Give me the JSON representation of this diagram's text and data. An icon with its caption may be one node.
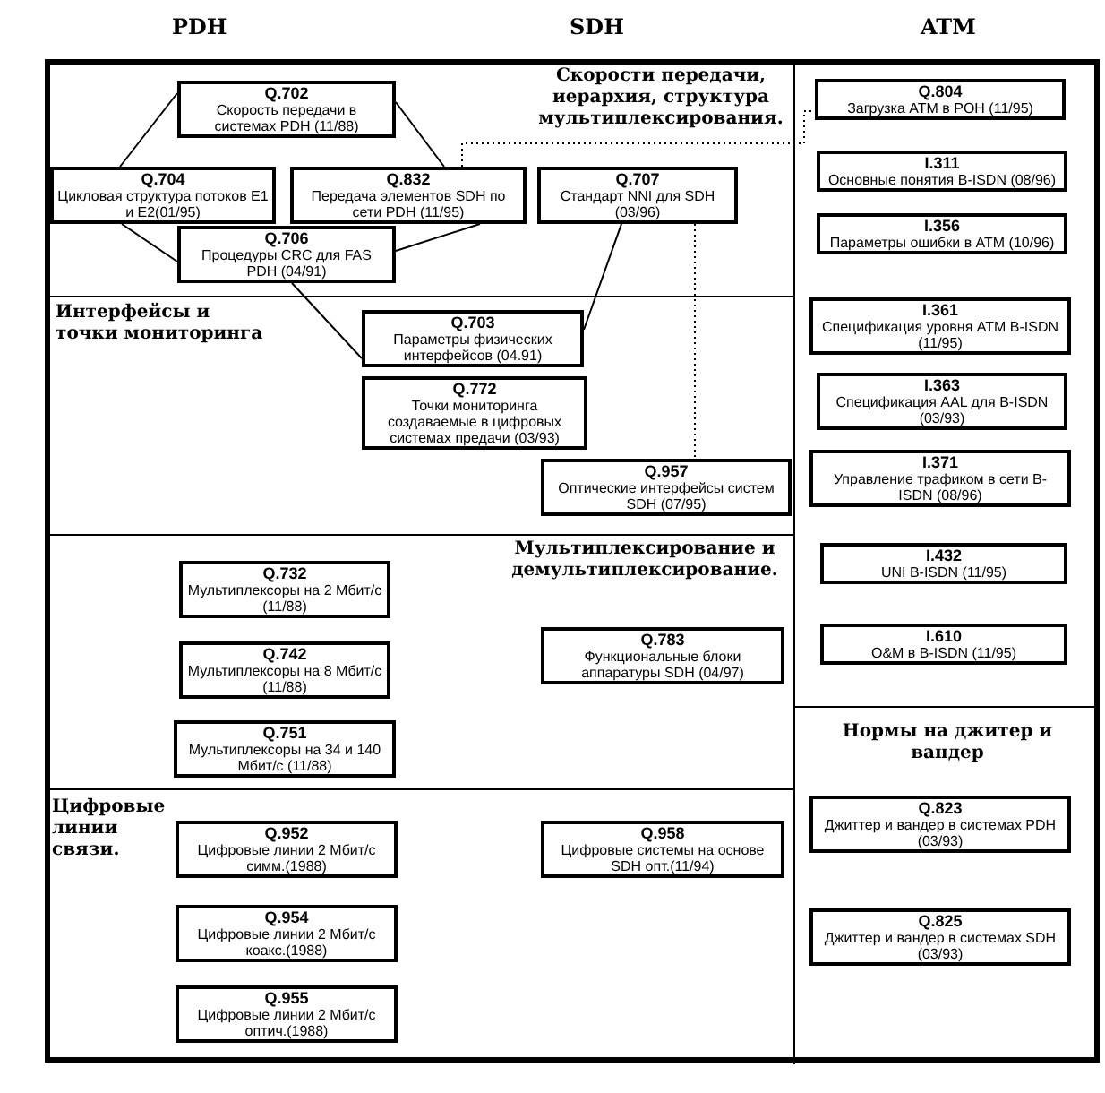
{
  "diagram": {
    "nodes": [
      {
        "text": [
          "Скорости передачи, иерархия, структура мультиплексирования."
        ]
      },
      {
        "text": [
          "Q.702",
          "Скорость передачи в системах PDH (11/88)"
        ],
        "in": 0
      },
      {
        "text": [
          "Q.704",
          "Цикловая структура потоков E1 и E2(01/95)"
        ],
        "in": 0
      },
      {
        "text": [
          "Q.832",
          "Передача элементов SDH по сети PDH (11/95)"
        ],
        "in": 0
      },
      {
        "text": [
          "Q.707",
          "Стандарт NNI для SDH (03/96)"
        ],
        "in": 0
      },
      {
        "text": [
          "Q.706",
          "Процедуры CRC для FAS PDH (04/91)"
        ],
        "in": 0
      },
      {
        "text": [
          "Интерфейсы и точки мониторинга"
        ]
      },
      {
        "text": [
          "Q.703",
          "Параметры физических интерфейсов (04.91)"
        ],
        "in": 6
      },
      {
        "text": [
          "Q.772",
          "Точки мониторинга создаваемые в цифровых системах предачи (03/93)"
        ],
        "in": 6
      },
      {
        "text": [
          "Q.957",
          "Оптические интерфейсы систем SDH (07/95)"
        ],
        "in": 6
      },
      {
        "text": [
          "Мультиплексирование и демультиплексирование."
        ]
      },
      {
        "text": [
          "Q.732",
          "Мультиплексоры на 2 Мбит/с (11/88)"
        ],
        "in": 10
      },
      {
        "text": [
          "Q.742",
          "Мультиплексоры на 8 Мбит/с (11/88)"
        ],
        "in": 10
      },
      {
        "text": [
          "Q.751",
          "Мультиплексоры на 34 и 140 Мбит/с (11/88)"
        ],
        "in": 10
      },
      {
        "text": [
          "Q.783",
          "Функциональные блоки аппаратуры SDH (04/97)"
        ],
        "in": 10
      },
      {
        "text": [
          "Цифровые линии связи."
        ]
      },
      {
        "text": [
          "Q.952",
          "Цифровые линии 2 Мбит/с симм.(1988)"
        ],
        "in": 15
      },
      {
        "text": [
          "Q.954",
          "Цифровые линии 2 Мбит/с коакс.(1988)"
        ],
        "in": 15
      },
      {
        "text": [
          "Q.955",
          "Цифровые линии 2 Мбит/с оптич.(1988)"
        ],
        "in": 15
      },
      {
        "text": [
          "Q.958",
          "Цифровые системы на основе SDH опт.(11/94)"
        ],
        "in": 15
      },
      {
        "text": [
          "Q.804",
          "Загрузка ATM в POH (11/95)"
        ]
      },
      {
        "text": [
          "I.311",
          "Основные понятия B-ISDN (08/96)"
        ]
      },
      {
        "text": [
          "I.356",
          "Параметры ошибки в ATM (10/96)"
        ]
      },
      {
        "text": [
          "I.361",
          "Спецификация уровня ATM B-ISDN (11/95)"
        ]
      },
      {
        "text": [
          "I.363",
          "Спецификация AAL для B-ISDN (03/93)"
        ]
      },
      {
        "text": [
          "I.371",
          "Управление трафиком в сети B-ISDN (08/96)"
        ]
      },
      {
        "text": [
          "I.432",
          "UNI B-ISDN (11/95)"
        ]
      },
      {
        "text": [
          "I.610",
          "O&M в B-ISDN (11/95)"
        ]
      },
      {
        "text": [
          "Нормы на джитер и вандер"
        ]
      },
      {
        "text": [
          "Q.823",
          "Джиттер и вандер в системах PDH (03/93)"
        ],
        "in": 28
      },
      {
        "text": [
          "Q.825",
          "Джиттер и вандер в системах SDH (03/93)"
        ],
        "in": 28
      }
    ],
    "edges": [
      {
        "from": 1,
        "to": 2,
        "arrow": "none"
      },
      {
        "from": 1,
        "to": 3,
        "arrow": "none"
      },
      {
        "from": 2,
        "to": 5,
        "arrow": "none"
      },
      {
        "from": 3,
        "to": 5,
        "arrow": "none"
      },
      {
        "from": 5,
        "to": 7,
        "arrow": "none"
      },
      {
        "from": 4,
        "to": 7,
        "arrow": "none"
      },
      {
        "from": 4,
        "to": 9,
        "arrow": "none",
        "style": "dashed"
      },
      {
        "from": 3,
        "to": 20,
        "arrow": "none",
        "style": "dashed"
      }
    ],
    "labels": [
      "PDH",
      "SDH",
      "ATM"
    ]
  }
}
